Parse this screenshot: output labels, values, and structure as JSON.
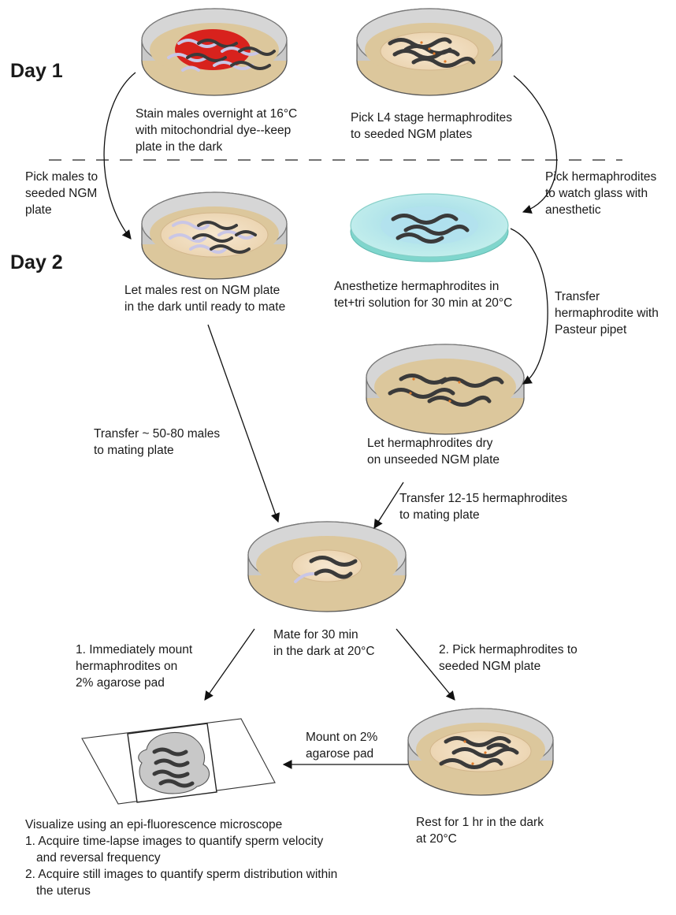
{
  "days": {
    "day1": "Day 1",
    "day2": "Day 2"
  },
  "labels": {
    "stain_males": "Stain males overnight at 16°C\nwith mitochondrial dye--keep\nplate in the dark",
    "pick_l4": "Pick L4 stage hermaphrodites\nto seeded NGM plates",
    "pick_males": "Pick males to\nseeded NGM\nplate",
    "pick_herm_watch": "Pick hermaphrodites\nto watch glass with\nanesthetic",
    "let_males_rest": "Let males rest on NGM plate\nin the dark until ready to mate",
    "anesthetize": "Anesthetize hermaphrodites in\ntet+tri solution for 30 min at 20°C",
    "transfer_pasteur": "Transfer\nhermaphrodite with\nPasteur pipet",
    "let_herm_dry": "Let hermaphrodites dry\non unseeded NGM plate",
    "transfer_males": "Transfer ~ 50-80 males\nto mating plate",
    "transfer_herm": "Transfer 12-15 hermaphrodites\nto mating plate",
    "mate": "Mate for 30 min\nin the dark at 20°C",
    "mount_immediately": "1. Immediately mount\nhermaphrodites on\n2% agarose pad",
    "pick_herm_seeded": "2. Pick hermaphrodites to\nseeded NGM plate",
    "mount_agarose": "Mount on 2%\nagarose pad",
    "rest": "Rest for 1 hr in the dark\nat 20°C"
  },
  "visualize": {
    "intro": "Visualize using an epi-fluorescence microscope",
    "steps": [
      "1. Acquire time-lapse images to quantify sperm velocity and reversal frequency",
      "2. Acquire still images to quantify sperm distribution within the uterus"
    ]
  },
  "colors": {
    "plate_rim": "#c9c9c9",
    "plate_base": "#dcc79c",
    "agar": "#f1dfc4",
    "dye": "#d8221d",
    "watch_glass": "#a9ece2",
    "worm": "#3a3a3a"
  }
}
